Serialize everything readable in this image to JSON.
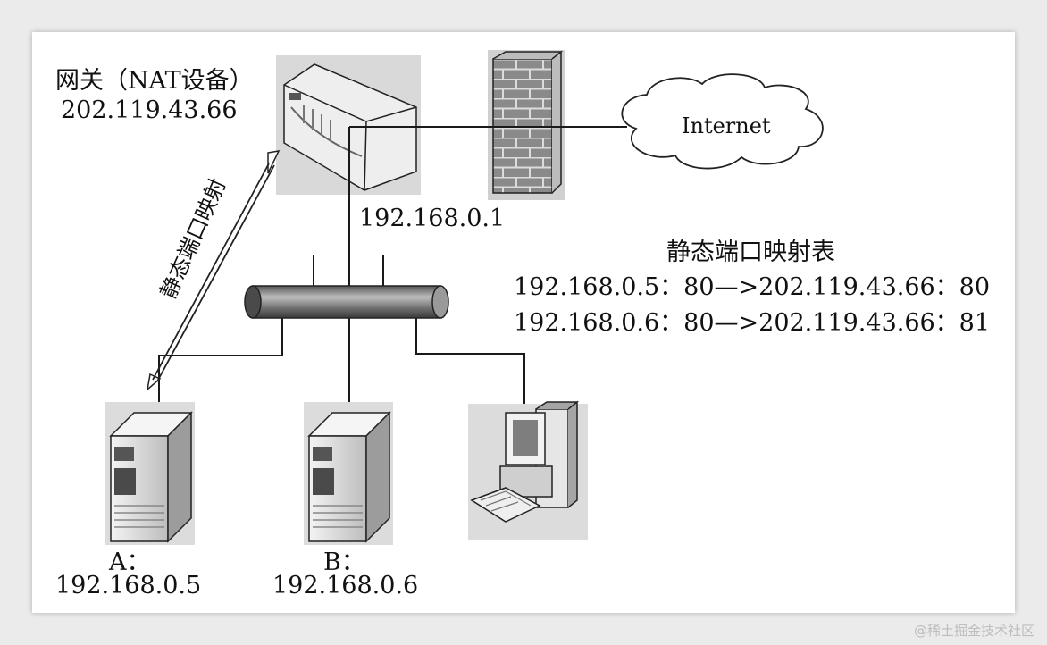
{
  "gateway": {
    "title": "网关（NAT设备）",
    "public_ip": "202.119.43.66",
    "lan_ip": "192.168.0.1"
  },
  "internet_label": "Internet",
  "mapping_arrow_label": "静态端口映射",
  "table": {
    "title": "静态端口映射表",
    "rows": [
      "192.168.0.5：80—>202.119.43.66：80",
      "192.168.0.6：80—>202.119.43.66：81"
    ]
  },
  "hosts": [
    {
      "name": "A：",
      "ip": "192.168.0.5"
    },
    {
      "name": "B：",
      "ip": "192.168.0.6"
    }
  ],
  "watermark": "@稀土掘金技术社区",
  "colors": {
    "line": "#1a1a1a",
    "device_bg": "#d9d9d9",
    "bus": "#7a7a7a"
  }
}
